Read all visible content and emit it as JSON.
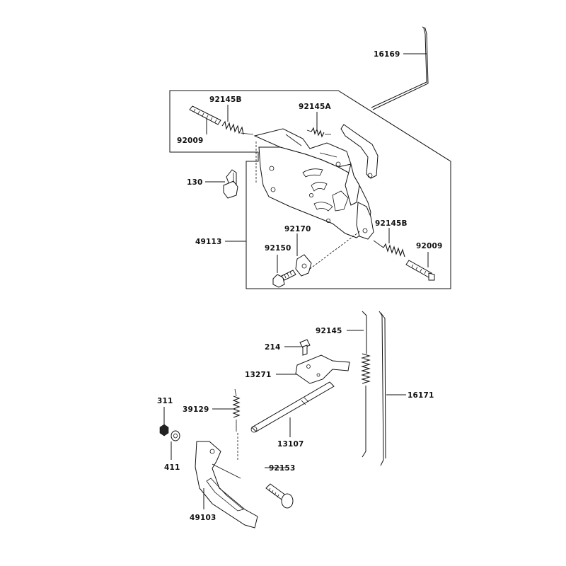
{
  "labels": {
    "p16169": "16169",
    "p92145B_top": "92145B",
    "p92145A": "92145A",
    "p92009_left": "92009",
    "p130": "130",
    "p49113": "49113",
    "p92170": "92170",
    "p92145B_right": "92145B",
    "p92009_right": "92009",
    "p92150": "92150",
    "p92145": "92145",
    "p214": "214",
    "p13271": "13271",
    "p16171": "16171",
    "p311": "311",
    "p39129": "39129",
    "p13107": "13107",
    "p411": "411",
    "p92153": "92153",
    "p49103": "49103"
  }
}
